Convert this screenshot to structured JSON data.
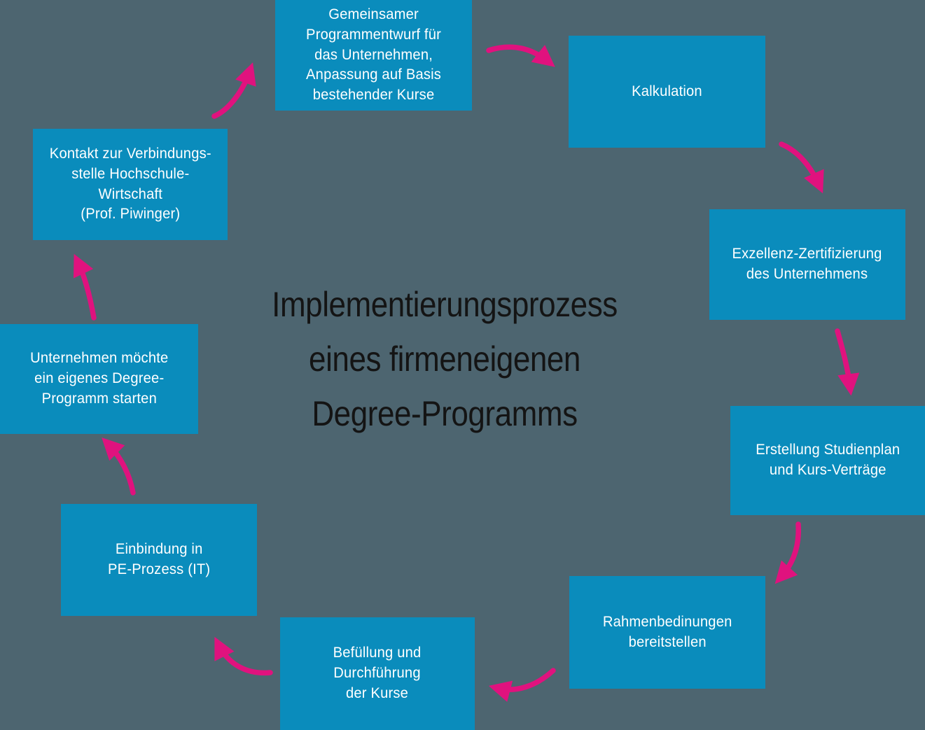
{
  "colors": {
    "background": "#4d6570",
    "box": "#0a8cbc",
    "arrow": "#e0127e",
    "title": "#141414",
    "box_text": "#ffffff"
  },
  "title": "Implementierungsprozess\neines firmeneigenen\nDegree-Programms",
  "steps": [
    {
      "name": "programmentwurf",
      "label": "Gemeinsamer\nProgrammentwurf für\ndas Unternehmen,\nAnpassung auf Basis\nbestehender Kurse"
    },
    {
      "name": "kalkulation",
      "label": "Kalkulation"
    },
    {
      "name": "exzellenz-zertifizierung",
      "label": "Exzellenz-Zertifizierung\ndes Unternehmens"
    },
    {
      "name": "studienplan-vertraege",
      "label": "Erstellung Studienplan\nund Kurs-Verträge"
    },
    {
      "name": "rahmenbedingungen",
      "label": "Rahmenbedinungen\nbereitstellen"
    },
    {
      "name": "befuellung-durchfuehrung",
      "label": "Befüllung und\nDurchführung\nder Kurse"
    },
    {
      "name": "einbindung-pe-prozess",
      "label": "Einbindung in\nPE-Prozess (IT)"
    },
    {
      "name": "unternehmen-start",
      "label": "Unternehmen möchte\nein eigenes Degree-\nProgramm starten"
    },
    {
      "name": "kontakt-verbindungsstelle",
      "label": "Kontakt zur Verbindungs-\nstelle Hochschule-\nWirtschaft\n(Prof. Piwinger)"
    }
  ]
}
